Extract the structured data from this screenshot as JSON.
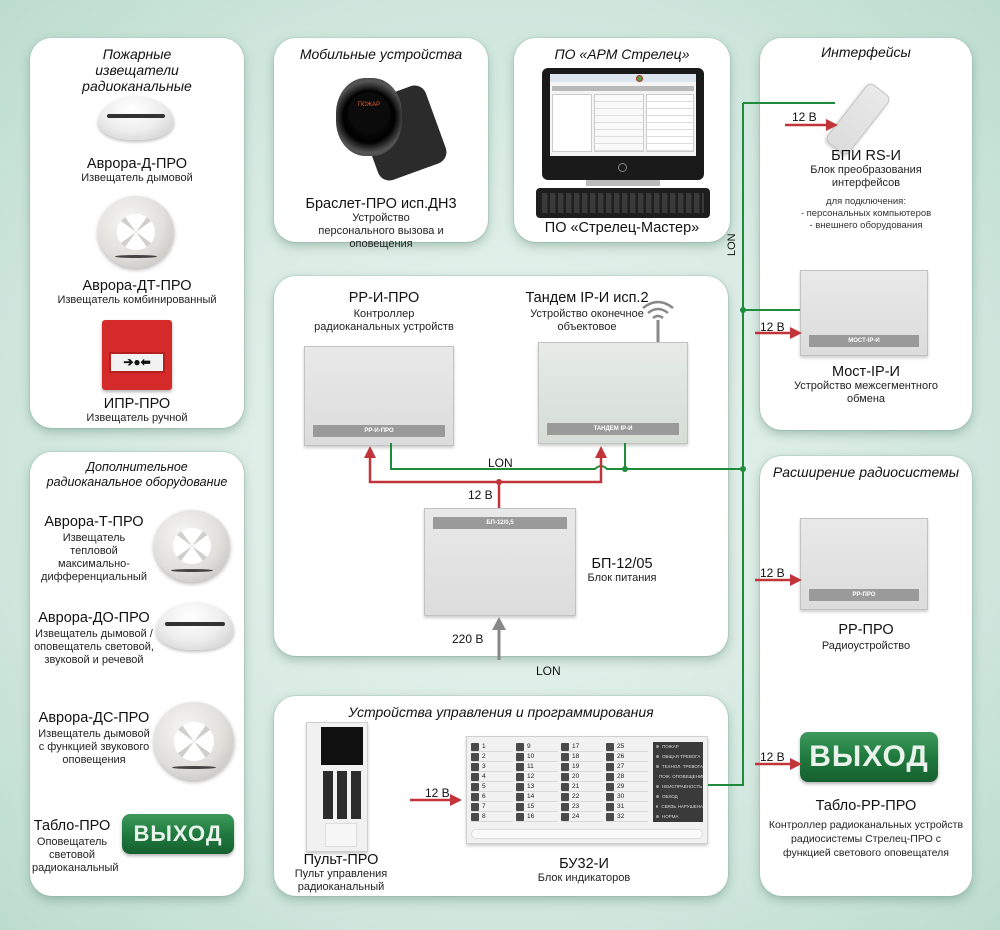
{
  "panels": {
    "fire_detectors": {
      "title": "Пожарные извещатели радиоканальные",
      "items": [
        {
          "name": "Аврора-Д-ПРО",
          "desc": "Извещатель  дымовой"
        },
        {
          "name": "Аврора-ДТ-ПРО",
          "desc": "Извещатель комбинированный"
        },
        {
          "name": "ИПР-ПРО",
          "desc": "Извещатель ручной"
        }
      ]
    },
    "additional": {
      "title": "Дополнительное радиоканальное оборудование",
      "items": [
        {
          "name": "Аврора-Т-ПРО",
          "desc": "Извещатель тепловой максимально-дифференциальный"
        },
        {
          "name": "Аврора-ДО-ПРО",
          "desc": "Извещатель дымовой /оповещатель световой, звуковой и речевой"
        },
        {
          "name": "Аврора-ДС-ПРО",
          "desc": "Извещатель дымовой с функцией звукового оповещения"
        },
        {
          "name": "Табло-ПРО",
          "desc": "Оповещатель световой радиоканальный"
        }
      ]
    },
    "mobile": {
      "title": "Мобильные устройства",
      "item": {
        "name": "Браслет-ПРО исп.ДН3",
        "desc": "Устройство персонального вызова и оповещения"
      }
    },
    "software": {
      "title": "ПО «АРМ Стрелец»",
      "item": {
        "name": "ПО «Стрелец-Мастер»"
      }
    },
    "interfaces": {
      "title": "Интерфейсы",
      "items": [
        {
          "name": "БПИ RS-И",
          "desc": "Блок преобразования интерфейсов",
          "note_title": "для подключения:",
          "notes": [
            "- персональных компьютеров",
            "- внешнего оборудования"
          ]
        },
        {
          "name": "Мост-IP-И",
          "desc": "Устройство межсегментного обмена",
          "device_label": "МОСТ-IP-И"
        }
      ]
    },
    "central": {
      "items": [
        {
          "name": "РР-И-ПРО",
          "desc": "Контроллер радиоканальных устройств",
          "device_label": "РР-И-ПРО"
        },
        {
          "name": "Тандем IP-И исп.2",
          "desc": "Устройство оконечное объектовое",
          "device_label": "ТАНДЕМ IP-И"
        },
        {
          "name": "БП-12/05",
          "desc": "Блок питания",
          "device_label": "БП-12/0,5"
        }
      ]
    },
    "control": {
      "title": "Устройства управления и программирования",
      "items": [
        {
          "name": "Пульт-ПРО",
          "desc": "Пульт управления радиоканальный"
        },
        {
          "name": "БУ32-И",
          "desc": "Блок индикаторов"
        }
      ],
      "buz_channels": [
        "1",
        "2",
        "3",
        "4",
        "5",
        "6",
        "7",
        "8",
        "9",
        "10",
        "11",
        "12",
        "13",
        "14",
        "15",
        "16",
        "17",
        "18",
        "19",
        "20",
        "21",
        "22",
        "23",
        "24",
        "25",
        "26",
        "27",
        "28",
        "29",
        "30",
        "31",
        "32"
      ],
      "buz_status": [
        "ПОЖАР",
        "ОБЩАЯ ТРЕВОГА",
        "ТЕХНОЛ. ТРЕВОГА",
        "ПОЖ. ОПОВЕЩЕНИЕ",
        "НЕИСПРАВНОСТЬ",
        "ОБХОД",
        "СВЯЗЬ НАРУШЕНА",
        "НОРМА"
      ]
    },
    "expansion": {
      "title": "Расширение радиосистемы",
      "items": [
        {
          "name": "РР-ПРО",
          "desc": "Радиоустройство",
          "device_label": "РР-ПРО"
        },
        {
          "name": "Табло-РР-ПРО",
          "desc": "Контроллер радиоканальных устройств радиосистемы Стрелец-ПРО с функцией светового оповещателя"
        }
      ]
    }
  },
  "signs": {
    "exit": "ВЫХОД"
  },
  "watch_screen": "ПОЖАР",
  "wires": {
    "lon": "LON",
    "v12": "12 В",
    "v220": "220 В"
  },
  "colors": {
    "lon_wire": "#1e8c3a",
    "power_wire": "#c0343a",
    "mains_wire": "#888888",
    "background": "#cfe6dd"
  }
}
